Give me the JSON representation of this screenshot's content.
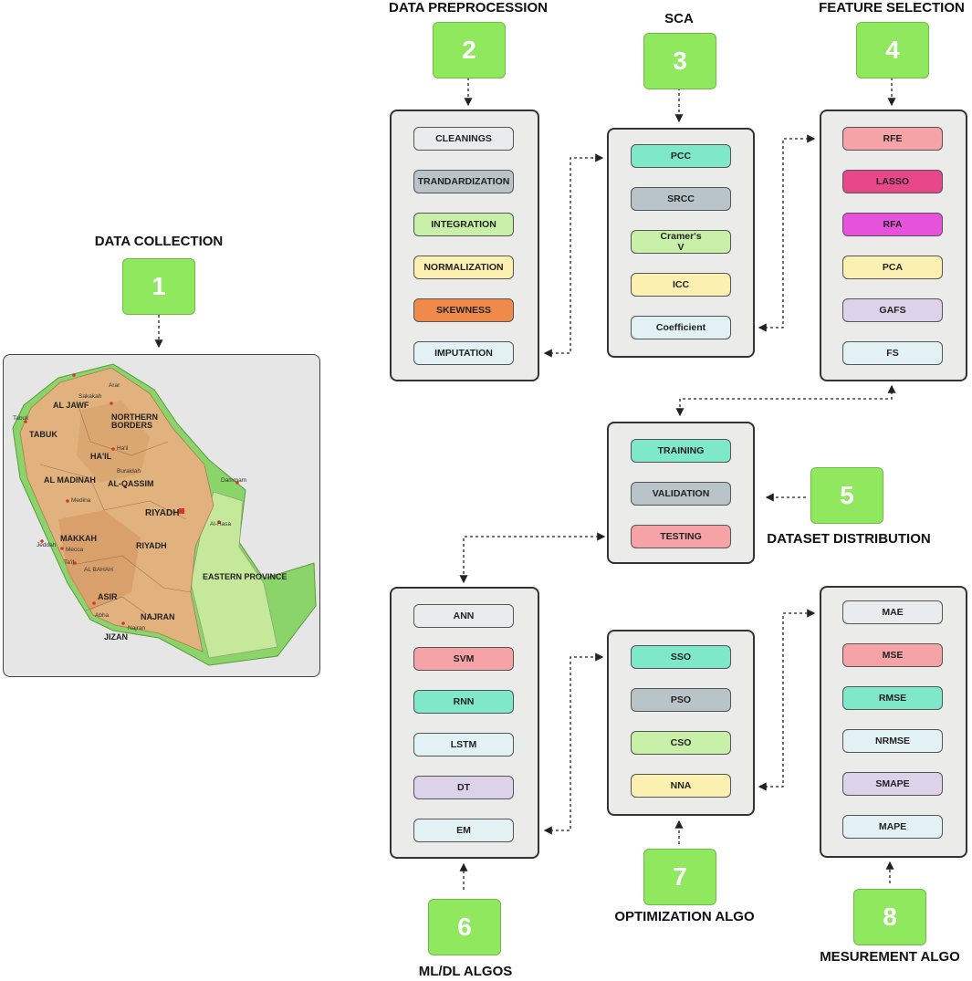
{
  "steps": {
    "s1": {
      "number": "1",
      "title": "DATA COLLECTION"
    },
    "s2": {
      "number": "2",
      "title": "DATA PREPROCESSION"
    },
    "s3": {
      "number": "3",
      "title": "SCA"
    },
    "s4": {
      "number": "4",
      "title": "FEATURE SELECTION"
    },
    "s5": {
      "number": "5",
      "title": "DATASET DISTRIBUTION"
    },
    "s6": {
      "number": "6",
      "title": "ML/DL ALGOS"
    },
    "s7": {
      "number": "7",
      "title": "OPTIMIZATION ALGO"
    },
    "s8": {
      "number": "8",
      "title": "MESUREMENT ALGO"
    }
  },
  "preprocessing": [
    "CLEANINGS",
    "TRANDARDIZATION",
    "INTEGRATION",
    "NORMALIZATION",
    "SKEWNESS",
    "IMPUTATION"
  ],
  "sca": [
    "PCC",
    "SRCC",
    "Cramer's V",
    "ICC",
    "Coefficient"
  ],
  "feature_selection": [
    "RFE",
    "LASSO",
    "RFA",
    "PCA",
    "GAFS",
    "FS"
  ],
  "distribution": [
    "TRAINING",
    "VALIDATION",
    "TESTING"
  ],
  "ml_algos": [
    "ANN",
    "SVM",
    "RNN",
    "LSTM",
    "DT",
    "EM"
  ],
  "optimization": [
    "SSO",
    "PSO",
    "CSO",
    "NNA"
  ],
  "measurement": [
    "MAE",
    "MSE",
    "RMSE",
    "NRMSE",
    "SMAPE",
    "MAPE"
  ],
  "colors": {
    "step_green": "#8fe85e",
    "light_gray": "#e8ecec",
    "slate": "#b9c4c8",
    "light_green": "#c9f0a8",
    "light_yellow": "#fbf0b0",
    "orange": "#ef8a4a",
    "pale_cyan": "#e1f1f4",
    "mint": "#7ee8c8",
    "pink": "#f6a3a8",
    "hot_pink": "#e8488a",
    "magenta": "#e652dc",
    "lavender": "#dcd2ea"
  },
  "map": {
    "labels": [
      "AL JAWF",
      "NORTHERN BORDERS",
      "TABUK",
      "HA'IL",
      "AL-QASSIM",
      "AL MADINAH",
      "RIYADH",
      "RIYADH",
      "MAKKAH",
      "EASTERN PROVINCE",
      "ASIR",
      "NAJRAN",
      "JIZAN",
      "AL BAHAH",
      "Sakakah",
      "Arar",
      "Tabuk",
      "Ha'il",
      "Buraidah",
      "Medina",
      "Dammam",
      "Al-Hasa",
      "Jeddah",
      "Mecca",
      "Ta'if",
      "Abha",
      "Najran"
    ]
  }
}
